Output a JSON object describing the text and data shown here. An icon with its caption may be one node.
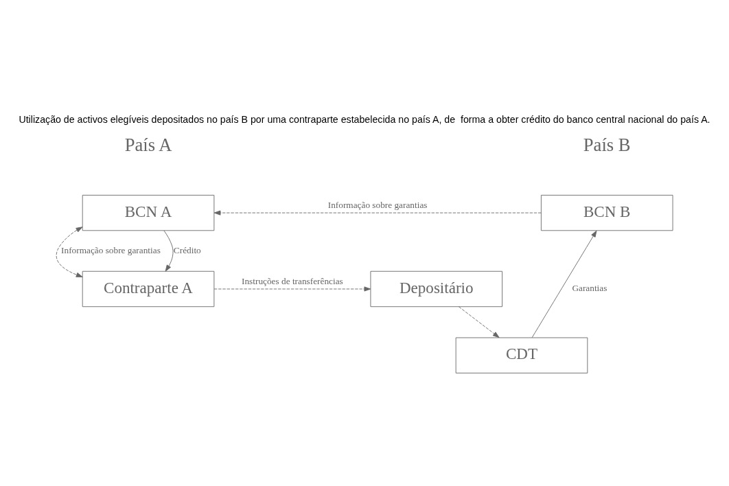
{
  "diagram": {
    "title": "Utilização de activos elegíveis depositados no país B por uma contraparte estabelecida no país A, de  forma a obter crédito do banco central nacional do país A.",
    "nodes": [
      {
        "text": [
          "BCN A"
        ]
      },
      {
        "text": [
          "BCN B"
        ]
      },
      {
        "text": [
          "CDT"
        ]
      },
      {
        "text": [
          "Contraparte A"
        ]
      },
      {
        "text": [
          "Depositário"
        ]
      }
    ],
    "edges": [
      {
        "from": 1,
        "to": 0,
        "arrow": "to",
        "style": "dashed",
        "label": "Informação sobre garantias"
      },
      {
        "from": 0,
        "to": 3,
        "arrow": "both",
        "style": "dashed",
        "label": "Informação sobre garantias"
      },
      {
        "from": 0,
        "to": 3,
        "arrow": "to",
        "label": "Crédito"
      },
      {
        "from": 2,
        "to": 1,
        "arrow": "to",
        "label": "Garantias"
      },
      {
        "from": 4,
        "to": 2,
        "arrow": "to",
        "style": "dashed"
      },
      {
        "from": 3,
        "to": 4,
        "arrow": "to",
        "style": "dashed",
        "label": "Instruções de transferências"
      }
    ],
    "labels": [
      "País A",
      "País B"
    ]
  }
}
